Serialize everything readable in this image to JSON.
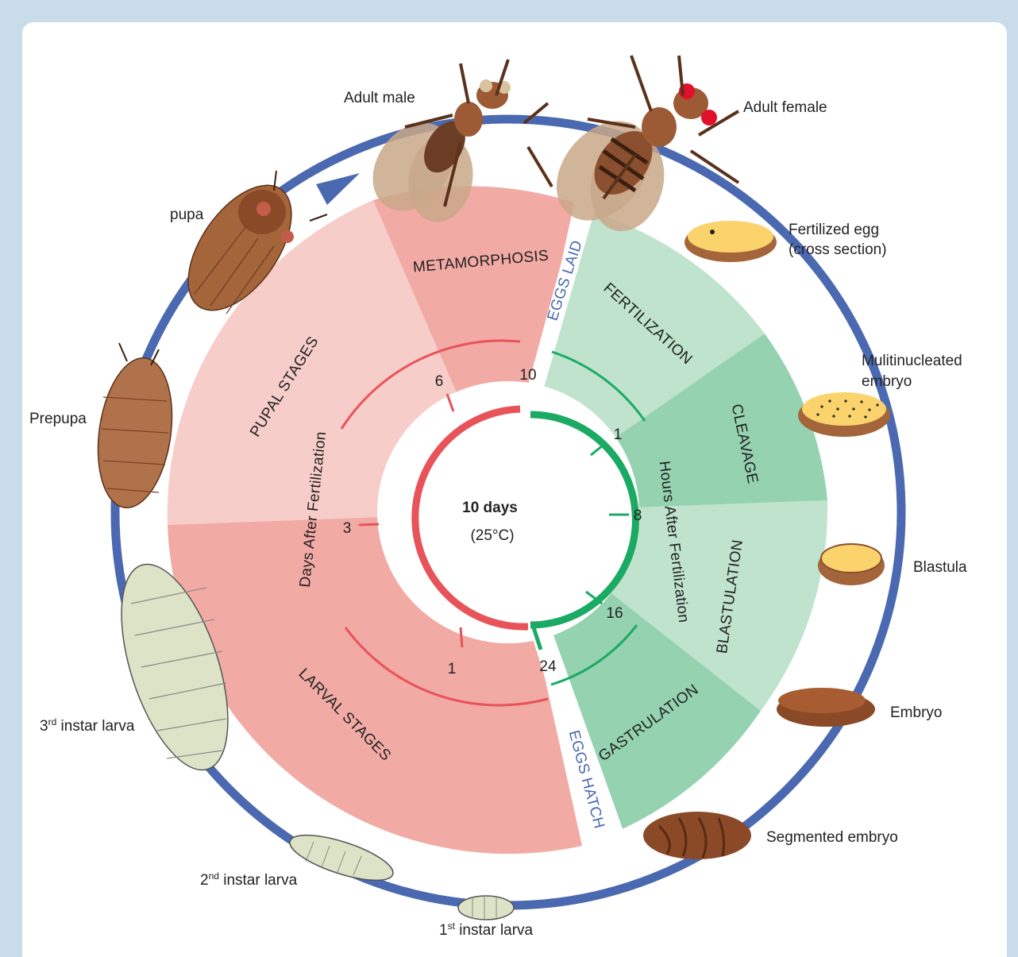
{
  "center": {
    "title": "10 days",
    "subtitle": "(25°C)"
  },
  "stages": {
    "metamorphosis": "METAMORPHOSIS",
    "pupal": "PUPAL STAGES",
    "larval": "LARVAL STAGES",
    "fertilization": "FERTILIZATION",
    "cleavage": "CLEAVAGE",
    "blastulation": "BLASTULATION",
    "gastrulation": "GASTRULATION"
  },
  "axes": {
    "days": "Days After Fertilization",
    "hours": "Hours After Fertilization"
  },
  "ticks": {
    "days": [
      "10",
      "6",
      "3",
      "1"
    ],
    "hours": [
      "1",
      "8",
      "16",
      "24"
    ]
  },
  "markers": {
    "eggs_laid": "EGGS LAID",
    "eggs_hatch": "EGGS HATCH"
  },
  "labels": {
    "adult_male": "Adult male",
    "adult_female": "Adult female",
    "fertilized_egg_1": "Fertilized egg",
    "fertilized_egg_2": "(cross section)",
    "multinucleated_1": "Mulitinucleated",
    "multinucleated_2": "embryo",
    "blastula": "Blastula",
    "embryo": "Embryo",
    "segmented_embryo": "Segmented embryo",
    "first_instar_num": "1",
    "first_instar_sup": "st",
    "first_instar_text": " instar larva",
    "second_instar_num": "2",
    "second_instar_sup": "nd",
    "second_instar_text": " instar larva",
    "third_instar_num": "3",
    "third_instar_sup": "rd",
    "third_instar_text": " instar larva",
    "prepupa": "Prepupa",
    "pupa": "pupa"
  },
  "colors": {
    "red_dark": "#f2aaa5",
    "red_light": "#f7cdc9",
    "green_light": "#bfe3cd",
    "green_dark": "#95d2b0",
    "red_line": "#e8535a",
    "green_line": "#1aaa63",
    "blue_ring": "#4a69b0",
    "frame": "#c8dde9"
  }
}
